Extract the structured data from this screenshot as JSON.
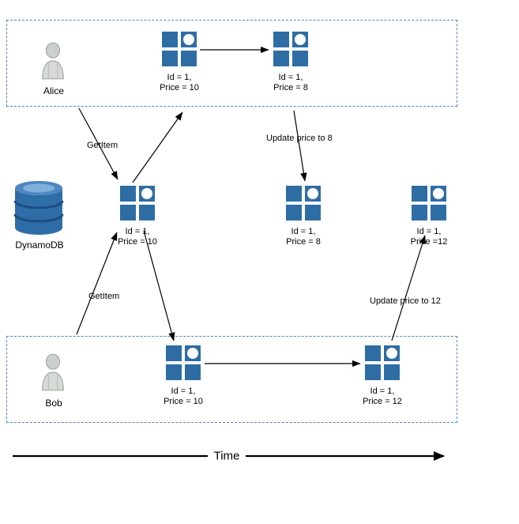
{
  "colors": {
    "item_blue": "#2e6da4",
    "lane_border_blue": "#4e86c0",
    "dynamodb_blue": "#2f6da8",
    "arrow_black": "#000000",
    "person_gray": "#ccd0cc"
  },
  "actors": {
    "alice": {
      "label": "Alice"
    },
    "bob": {
      "label": "Bob"
    },
    "dynamodb": {
      "label": "DynamoDB"
    }
  },
  "items": [
    {
      "line1": "Id = 1,",
      "line2": "Price = 10"
    },
    {
      "line1": "Id = 1,",
      "line2": "Price = 8"
    },
    {
      "line1": "Id = 1,",
      "line2": "Price = 10"
    },
    {
      "line1": "Id = 1,",
      "line2": "Price = 8"
    },
    {
      "line1": "Id = 1,",
      "line2": "Price =12"
    },
    {
      "line1": "Id = 1,",
      "line2": "Price = 10"
    },
    {
      "line1": "Id = 1,",
      "line2": "Price = 12"
    }
  ],
  "labels": {
    "getitem_alice": "GetItem",
    "getitem_bob": "GetItem",
    "update_8": "Update price to 8",
    "update_12": "Update price to 12",
    "time": "Time"
  }
}
